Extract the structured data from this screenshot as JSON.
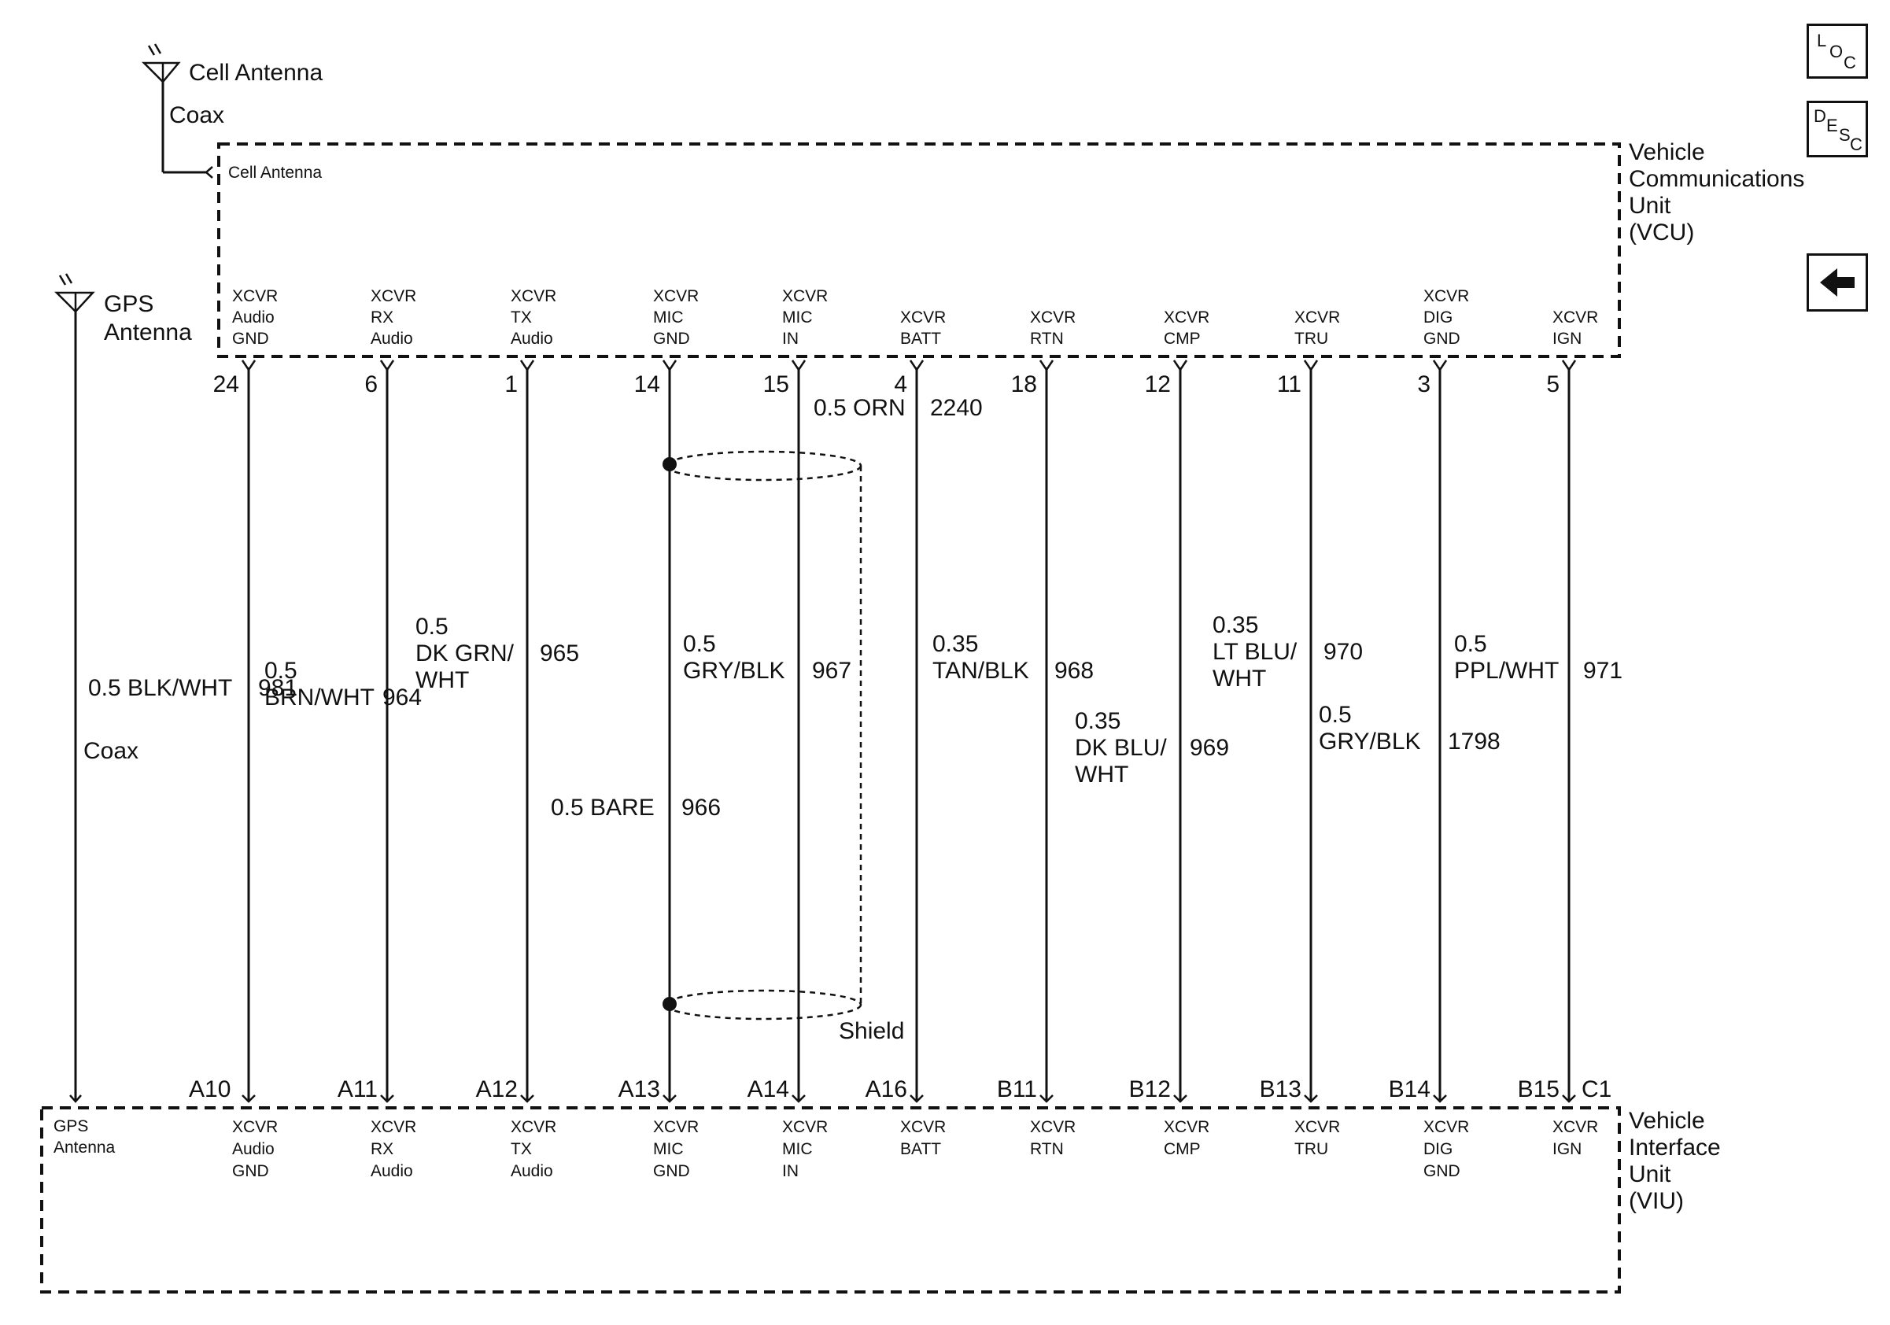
{
  "vcu": {
    "name_lines": [
      "Vehicle",
      "Communications",
      "Unit",
      "(VCU)"
    ],
    "cell_port_label": "Cell Antenna"
  },
  "viu": {
    "name_lines": [
      "Vehicle",
      "Interface",
      "Unit",
      "(VIU)"
    ],
    "gps_port_lines": [
      "GPS",
      "Antenna"
    ],
    "connector_id": "C1"
  },
  "cell_antenna": {
    "label": "Cell Antenna",
    "cable": "Coax"
  },
  "gps_antenna": {
    "label_lines": [
      "GPS",
      "Antenna"
    ],
    "wire_lines": [
      "0.5 BLK/WHT"
    ],
    "circuit": "981",
    "cable": "Coax",
    "viu_pin": "A10"
  },
  "shield_label": "Shield",
  "nav": {
    "loc": [
      "L",
      "O",
      "C"
    ],
    "desc": [
      "D",
      "E",
      "S",
      "C"
    ],
    "back_arrow": "back-arrow-icon"
  },
  "circuits": [
    {
      "signal_lines": [
        "XCVR",
        "Audio",
        "GND"
      ],
      "vcu_pin": "24",
      "viu_pin": "A11",
      "wire_lines": [
        "0.5",
        "BRN/WHT"
      ],
      "circuit": "964"
    },
    {
      "signal_lines": [
        "XCVR",
        "RX",
        "Audio"
      ],
      "vcu_pin": "6",
      "viu_pin": "A12",
      "wire_lines": [
        "0.5",
        "DK GRN/",
        "WHT"
      ],
      "circuit": "965"
    },
    {
      "signal_lines": [
        "XCVR",
        "TX",
        "Audio"
      ],
      "vcu_pin": "1",
      "viu_pin": "A13",
      "wire_lines": [
        "0.5 BARE"
      ],
      "circuit": "966"
    },
    {
      "signal_lines": [
        "XCVR",
        "MIC",
        "GND"
      ],
      "vcu_pin": "14",
      "viu_pin": "A14",
      "wire_lines": [
        "0.5",
        "GRY/BLK"
      ],
      "circuit": "967"
    },
    {
      "signal_lines": [
        "XCVR",
        "MIC",
        "IN"
      ],
      "vcu_pin": "15",
      "viu_pin": "A16",
      "wire_lines": [
        "0.5 ORN"
      ],
      "circuit": "2240"
    },
    {
      "signal_lines": [
        "XCVR",
        "BATT"
      ],
      "vcu_pin": "4",
      "viu_pin": "B11",
      "wire_lines": [
        "0.35",
        "TAN/BLK"
      ],
      "circuit": "968"
    },
    {
      "signal_lines": [
        "XCVR",
        "RTN"
      ],
      "vcu_pin": "18",
      "viu_pin": "B12",
      "wire_lines": [
        "0.35",
        "DK BLU/",
        "WHT"
      ],
      "circuit": "969"
    },
    {
      "signal_lines": [
        "XCVR",
        "CMP"
      ],
      "vcu_pin": "12",
      "viu_pin": "B13",
      "wire_lines": [
        "0.35",
        "LT BLU/",
        "WHT"
      ],
      "circuit": "970"
    },
    {
      "signal_lines": [
        "XCVR",
        "TRU"
      ],
      "vcu_pin": "11",
      "viu_pin": "B14",
      "wire_lines": [
        "0.5",
        "GRY/BLK"
      ],
      "circuit": "1798"
    },
    {
      "signal_lines": [
        "XCVR",
        "DIG",
        "GND"
      ],
      "vcu_pin": "3",
      "viu_pin": "B15",
      "wire_lines": [
        "0.5",
        "PPL/WHT"
      ],
      "circuit": "971"
    },
    {
      "signal_lines": [
        "XCVR",
        "IGN"
      ],
      "vcu_pin": "5",
      "viu_pin": "",
      "wire_lines": [],
      "circuit": ""
    }
  ]
}
